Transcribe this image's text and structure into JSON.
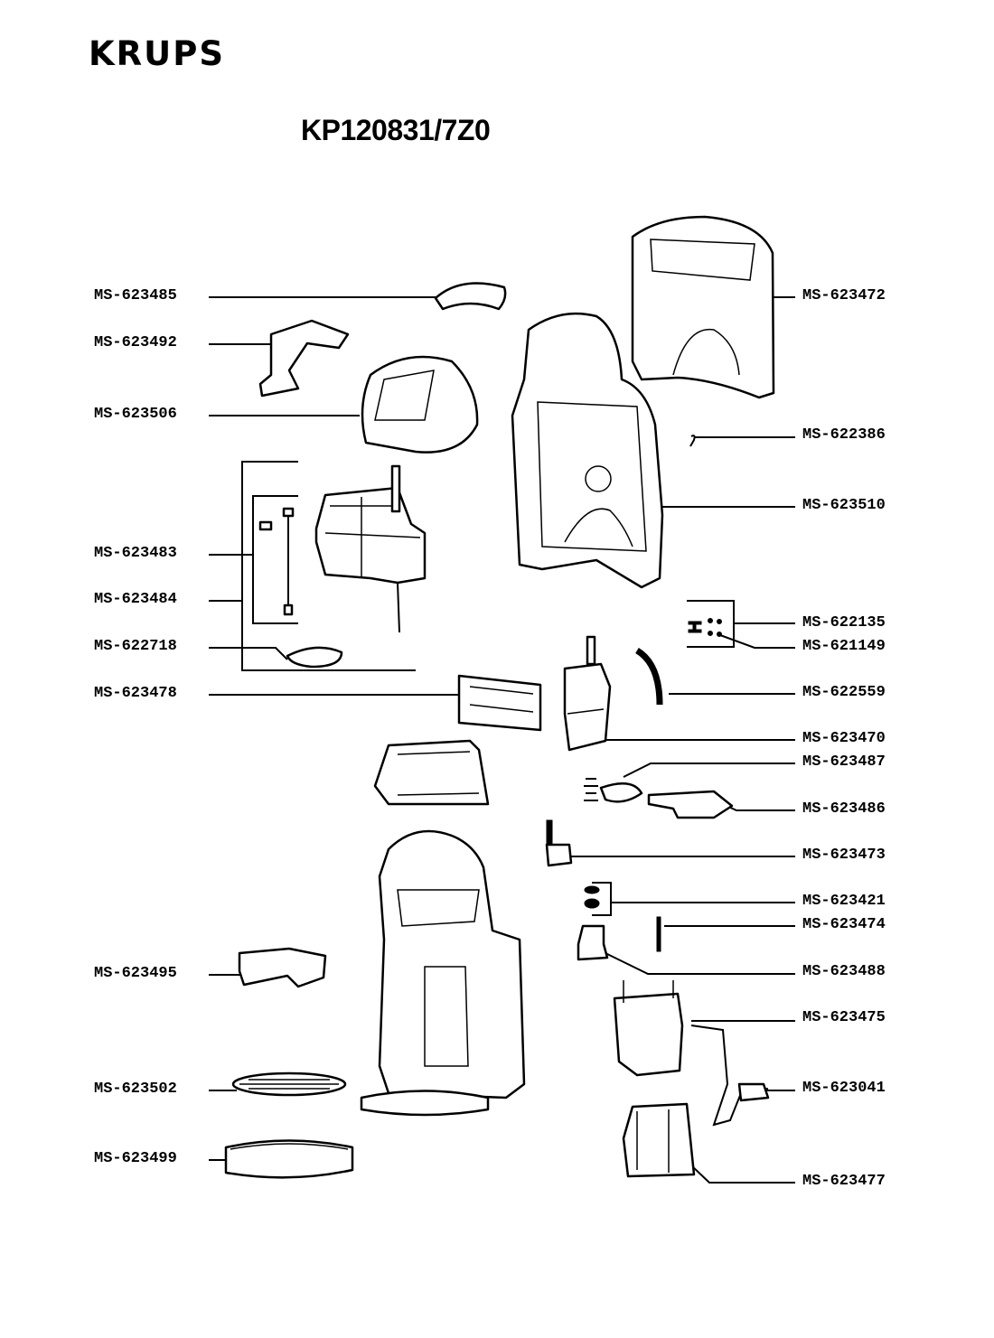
{
  "header": {
    "brand": "KRUPS",
    "model": "KP120831/7Z0"
  },
  "parts_left": [
    {
      "ref": "MS-623485"
    },
    {
      "ref": "MS-623492"
    },
    {
      "ref": "MS-623506"
    },
    {
      "ref": "MS-623483"
    },
    {
      "ref": "MS-623484"
    },
    {
      "ref": "MS-622718"
    },
    {
      "ref": "MS-623478"
    },
    {
      "ref": "MS-623495"
    },
    {
      "ref": "MS-623502"
    },
    {
      "ref": "MS-623499"
    }
  ],
  "parts_right": [
    {
      "ref": "MS-623472"
    },
    {
      "ref": "MS-622386"
    },
    {
      "ref": "MS-623510"
    },
    {
      "ref": "MS-622135"
    },
    {
      "ref": "MS-621149"
    },
    {
      "ref": "MS-622559"
    },
    {
      "ref": "MS-623470"
    },
    {
      "ref": "MS-623487"
    },
    {
      "ref": "MS-623486"
    },
    {
      "ref": "MS-623473"
    },
    {
      "ref": "MS-623421"
    },
    {
      "ref": "MS-623474"
    },
    {
      "ref": "MS-623488"
    },
    {
      "ref": "MS-623475"
    },
    {
      "ref": "MS-623041"
    },
    {
      "ref": "MS-623477"
    }
  ]
}
